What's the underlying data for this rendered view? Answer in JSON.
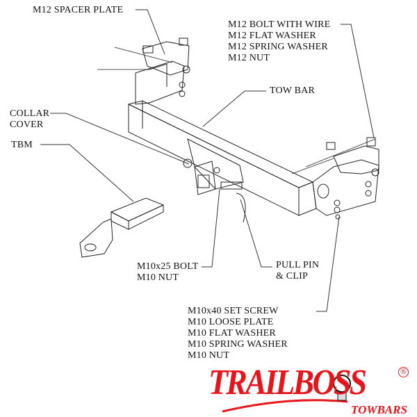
{
  "labels": {
    "spacer_plate": "M12 SPACER PLATE",
    "bolt_group": [
      "M12 BOLT WITH WIRE",
      "M12 FLAT WASHER",
      "M12 SPRING WASHER",
      "M12 NUT"
    ],
    "tow_bar": "TOW BAR",
    "collar_cover": [
      "COLLAR",
      "COVER"
    ],
    "tbm": "TBM",
    "m10_bolt": [
      "M10x25 BOLT",
      "M10 NUT"
    ],
    "pull_pin": [
      "PULL PIN",
      "& CLIP"
    ],
    "set_screw_group": [
      "M10x40 SET SCREW",
      "M10 LOOSE PLATE",
      "M10 FLAT WASHER",
      "M10 SPRING WASHER",
      "M10 NUT"
    ]
  },
  "logo": {
    "brand": "TRAILBOSS",
    "sub": "TOWBARS",
    "reg": "®",
    "color": "#e8141b"
  }
}
